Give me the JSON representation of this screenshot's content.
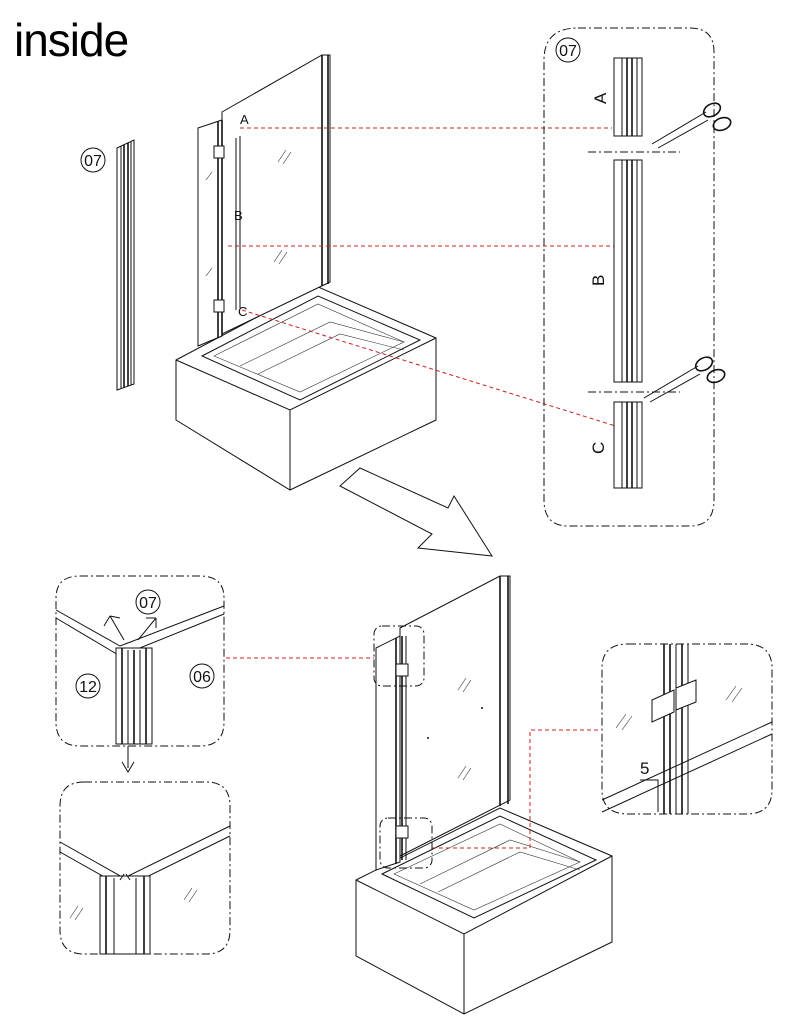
{
  "title": "inside",
  "labels": {
    "part_07_left": "07",
    "part_07_panel": "07",
    "part_07_detail": "07",
    "part_12": "12",
    "part_06": "06",
    "segment_a": "A",
    "segment_b": "B",
    "segment_c": "C",
    "panel_a": "A",
    "panel_b": "B",
    "panel_c": "C",
    "step_5": "5"
  },
  "colors": {
    "line": "#111111",
    "guide": "#cc2222",
    "background": "#ffffff"
  },
  "icons": [
    "scissors-icon",
    "arrow-icon"
  ]
}
